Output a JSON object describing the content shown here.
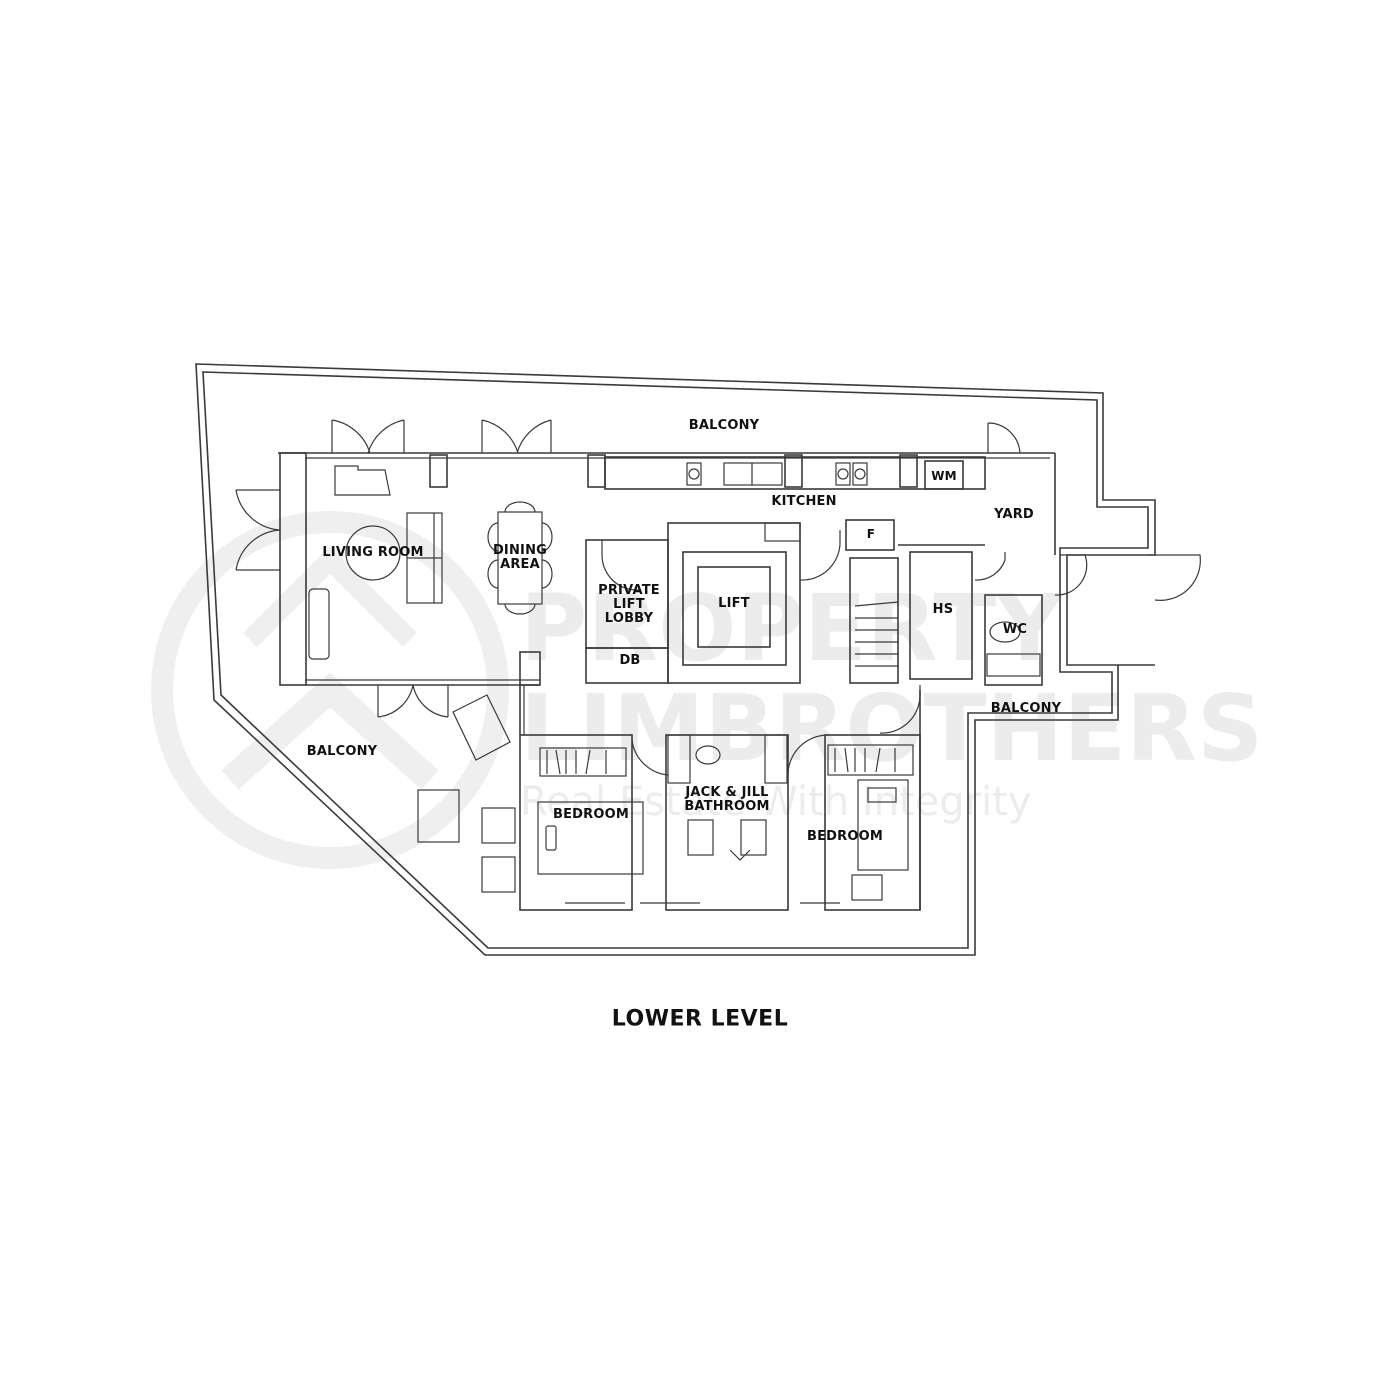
{
  "plan": {
    "title": "LOWER LEVEL",
    "watermark": {
      "brand_line1": "PROPERTY",
      "brand_line2": "LIMBROTHERS",
      "tagline": "Real Estate With Integrity"
    },
    "rooms": {
      "balcony_top": "BALCONY",
      "kitchen": "KITCHEN",
      "wm": "WM",
      "yard": "YARD",
      "living_room": "LIVING ROOM",
      "dining_area_l1": "DINING",
      "dining_area_l2": "AREA",
      "private_lift_lobby_l1": "PRIVATE",
      "private_lift_lobby_l2": "LIFT",
      "private_lift_lobby_l3": "LOBBY",
      "lift": "LIFT",
      "db": "DB",
      "fridge": "F",
      "hs": "HS",
      "wc": "WC",
      "balcony_right": "BALCONY",
      "balcony_left": "BALCONY",
      "bedroom_1": "BEDROOM",
      "jack_jill_l1": "JACK & JILL",
      "jack_jill_l2": "BATHROOM",
      "bedroom_2": "BEDROOM"
    }
  }
}
